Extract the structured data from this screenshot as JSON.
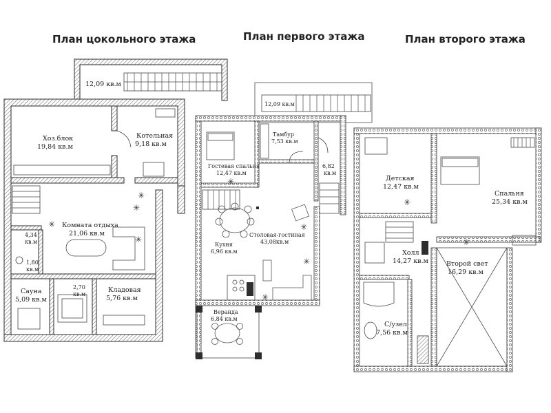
{
  "titles": {
    "basement": "План цокольного этажа",
    "first": "План первого этажа",
    "second": "План второго этажа"
  },
  "basement": {
    "terrace": [
      "12,09 кв.м"
    ],
    "utility": [
      "Хоз.блок",
      "19,84 кв.м"
    ],
    "boiler": [
      "Котельная",
      "9,18 кв.м"
    ],
    "recreation": [
      "Комната отдыха",
      "21,06 кв.м"
    ],
    "small_room": [
      "4,34",
      "кв.м"
    ],
    "bath": [
      "1,80",
      "кв.м"
    ],
    "shower": [
      "2,70",
      "кв.м"
    ],
    "sauna": [
      "Сауна",
      "5,09 кв.м"
    ],
    "storage": [
      "Кладовая",
      "5,76 кв.м"
    ]
  },
  "first": {
    "terrace": [
      "12,09 кв.м"
    ],
    "vestibule": [
      "Тамбур",
      "7,53 кв.м"
    ],
    "guest": [
      "Гостевая спальня",
      "12,47 кв.м"
    ],
    "hall_small": [
      "6,82",
      "кв.м"
    ],
    "kitchen": [
      "Кухня",
      "6,96 кв.м"
    ],
    "living": [
      "Столовая-гостиная",
      "43,08кв.м"
    ],
    "veranda": [
      "Веранда",
      "6,84 кв.м"
    ]
  },
  "second": {
    "kids": [
      "Детская",
      "12,47 кв.м"
    ],
    "bedroom": [
      "Спальня",
      "25,34 кв.м"
    ],
    "hall": [
      "Холл",
      "14,27 кв.м"
    ],
    "second_light": [
      "Второй свет",
      "16,29 кв.м"
    ],
    "wc": [
      "С/узел",
      "7,56 кв.м"
    ]
  }
}
